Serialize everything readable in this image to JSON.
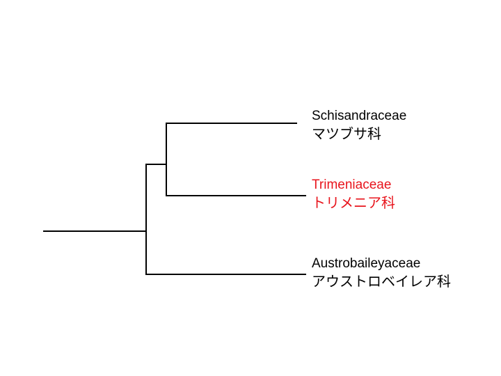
{
  "tree": {
    "taxa": [
      {
        "latin": "Schisandraceae",
        "japanese": "マツブサ科",
        "color": "#000000"
      },
      {
        "latin": "Trimeniaceae",
        "japanese": "トリメニア科",
        "color": "#e8141c"
      },
      {
        "latin": "Austrobaileyaceae",
        "japanese": "アウストロベイレア科",
        "color": "#000000"
      }
    ],
    "line_color": "#000000"
  }
}
